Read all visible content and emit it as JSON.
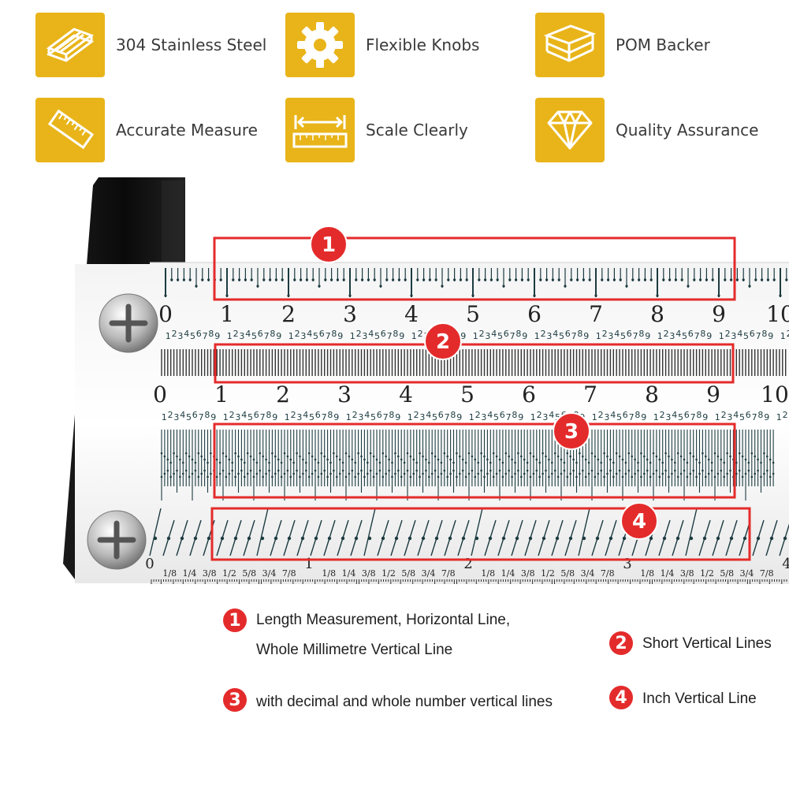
{
  "features": [
    {
      "label": "304 Stainless Steel",
      "icon": "steel-bars-icon"
    },
    {
      "label": "Flexible Knobs",
      "icon": "gear-icon"
    },
    {
      "label": "POM Backer",
      "icon": "stacked-plates-icon"
    },
    {
      "label": "Accurate Measure",
      "icon": "ruler-icon"
    },
    {
      "label": "Scale Clearly",
      "icon": "scale-arrows-icon"
    },
    {
      "label": "Quality Assurance",
      "icon": "diamond-icon"
    }
  ],
  "ruler": {
    "metric_numbers": [
      "0",
      "1",
      "2",
      "3",
      "4",
      "5",
      "6",
      "7",
      "8",
      "9",
      "10"
    ],
    "sub_digits": [
      "1",
      "2",
      "3",
      "4",
      "5",
      "6",
      "7",
      "8",
      "9"
    ],
    "inch_numbers": [
      "0",
      "1",
      "2",
      "3",
      "4"
    ],
    "inch_fractions": [
      "1/8",
      "1/4",
      "3/8",
      "1/2",
      "5/8",
      "3/4",
      "7/8"
    ],
    "markers": [
      "1",
      "2",
      "3",
      "4"
    ]
  },
  "legend": [
    {
      "num": "1",
      "lines": [
        "Length Measurement, Horizontal Line,",
        "Whole Millimetre Vertical Line"
      ]
    },
    {
      "num": "2",
      "lines": [
        "Short Vertical Lines"
      ]
    },
    {
      "num": "3",
      "lines": [
        "with decimal and whole number vertical lines"
      ]
    },
    {
      "num": "4",
      "lines": [
        "Inch Vertical Line"
      ]
    }
  ],
  "colors": {
    "accent": "#e8b419",
    "highlight": "#e42b2b",
    "ink": "#1c3b40",
    "handle": "#101010"
  }
}
